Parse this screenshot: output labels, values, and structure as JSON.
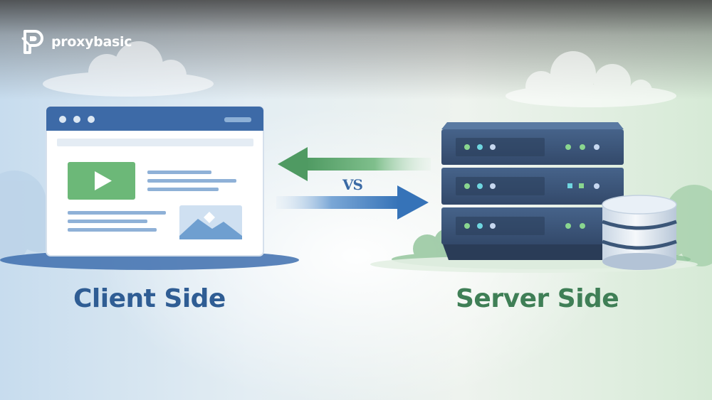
{
  "brand": {
    "name": "proxybasic",
    "logo_icon": "proxybasic-logo-icon"
  },
  "comparison": {
    "left_label": "Client Side",
    "right_label": "Server Side",
    "separator": "VS"
  },
  "colors": {
    "client_blue": "#2f5d94",
    "server_green": "#3f7f56",
    "arrow_green": "#5aa36a",
    "arrow_blue": "#3a79bd",
    "server_body": "#3b5678"
  }
}
